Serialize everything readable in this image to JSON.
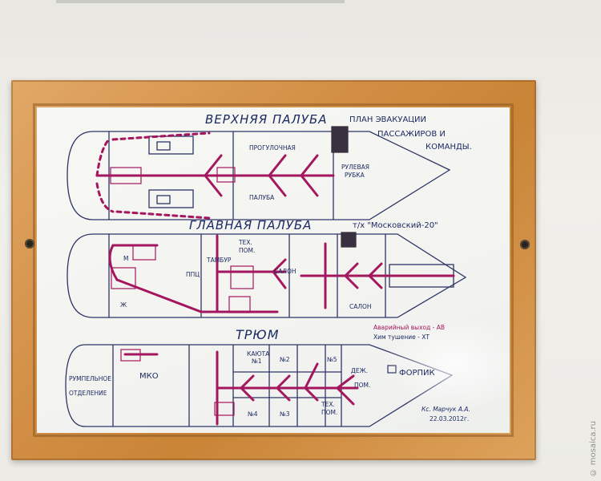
{
  "plan": {
    "title_line1": "ПЛАН ЭВАКУАЦИИ",
    "title_line2": "ПАССАЖИРОВ И",
    "title_line3": "КОМАНДЫ.",
    "ship": "т/х \"Московский-20\""
  },
  "decks": {
    "upper": "ВЕРХНЯЯ ПАЛУБА",
    "main": "ГЛАВНАЯ ПАЛУБА",
    "hold": "ТРЮМ"
  },
  "labels": {
    "promenade": "ПРОГУЛОЧНАЯ",
    "deck_area": "ПАЛУБА",
    "wheelhouse_1": "РУЛЕВАЯ",
    "wheelhouse_2": "РУБКА",
    "salon_1": "САЛОН",
    "salon_2": "САЛОН",
    "tambour": "ТАМБУР",
    "tech_room_1": "ТЕХ.",
    "tech_room_2": "ПОМ.",
    "mko": "МКО",
    "steering_1": "РУМПЕЛЬНОЕ",
    "steering_2": "ОТДЕЛЕНИЕ",
    "cabin_1": "КАЮТА",
    "cabin_1_no": "№1",
    "cabin_2": "№2",
    "cabin_3": "№3",
    "cabin_4": "№4",
    "cabin_5": "№5",
    "duty_1": "ДЕЖ.",
    "duty_2": "ПОМ.",
    "forepeak": "ФОРПИК",
    "tech_room_3": "ТЕХ.",
    "tech_room_4": "ПОМ.",
    "m": "М",
    "zh": "Ж",
    "pps": "ППЦ"
  },
  "legend": {
    "emergency_exit": "Аварийный выход - АВ",
    "fire_ext": "Хим тушение - ХТ"
  },
  "signature": {
    "name": "Кс. Марчук А.А.",
    "date": "22.03.2012г."
  },
  "watermark": "© mosaica.ru",
  "colors": {
    "frame_wood": "#d39047",
    "ink_blue": "#1c2a63",
    "route_red": "#a4165e",
    "paper": "#f5f5f2",
    "wall": "#ecebe6"
  }
}
